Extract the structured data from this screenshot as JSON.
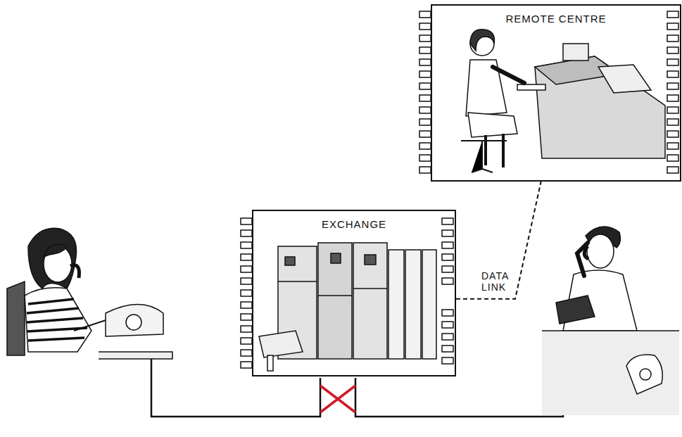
{
  "diagram": {
    "nodes": [
      {
        "text": [
          "REMOTE CENTRE"
        ]
      },
      {
        "text": [
          "EXCHANGE"
        ]
      }
    ],
    "edges": [
      {
        "from": 1,
        "to": 0,
        "arrow": "none",
        "label": "DATA LINK"
      }
    ]
  }
}
